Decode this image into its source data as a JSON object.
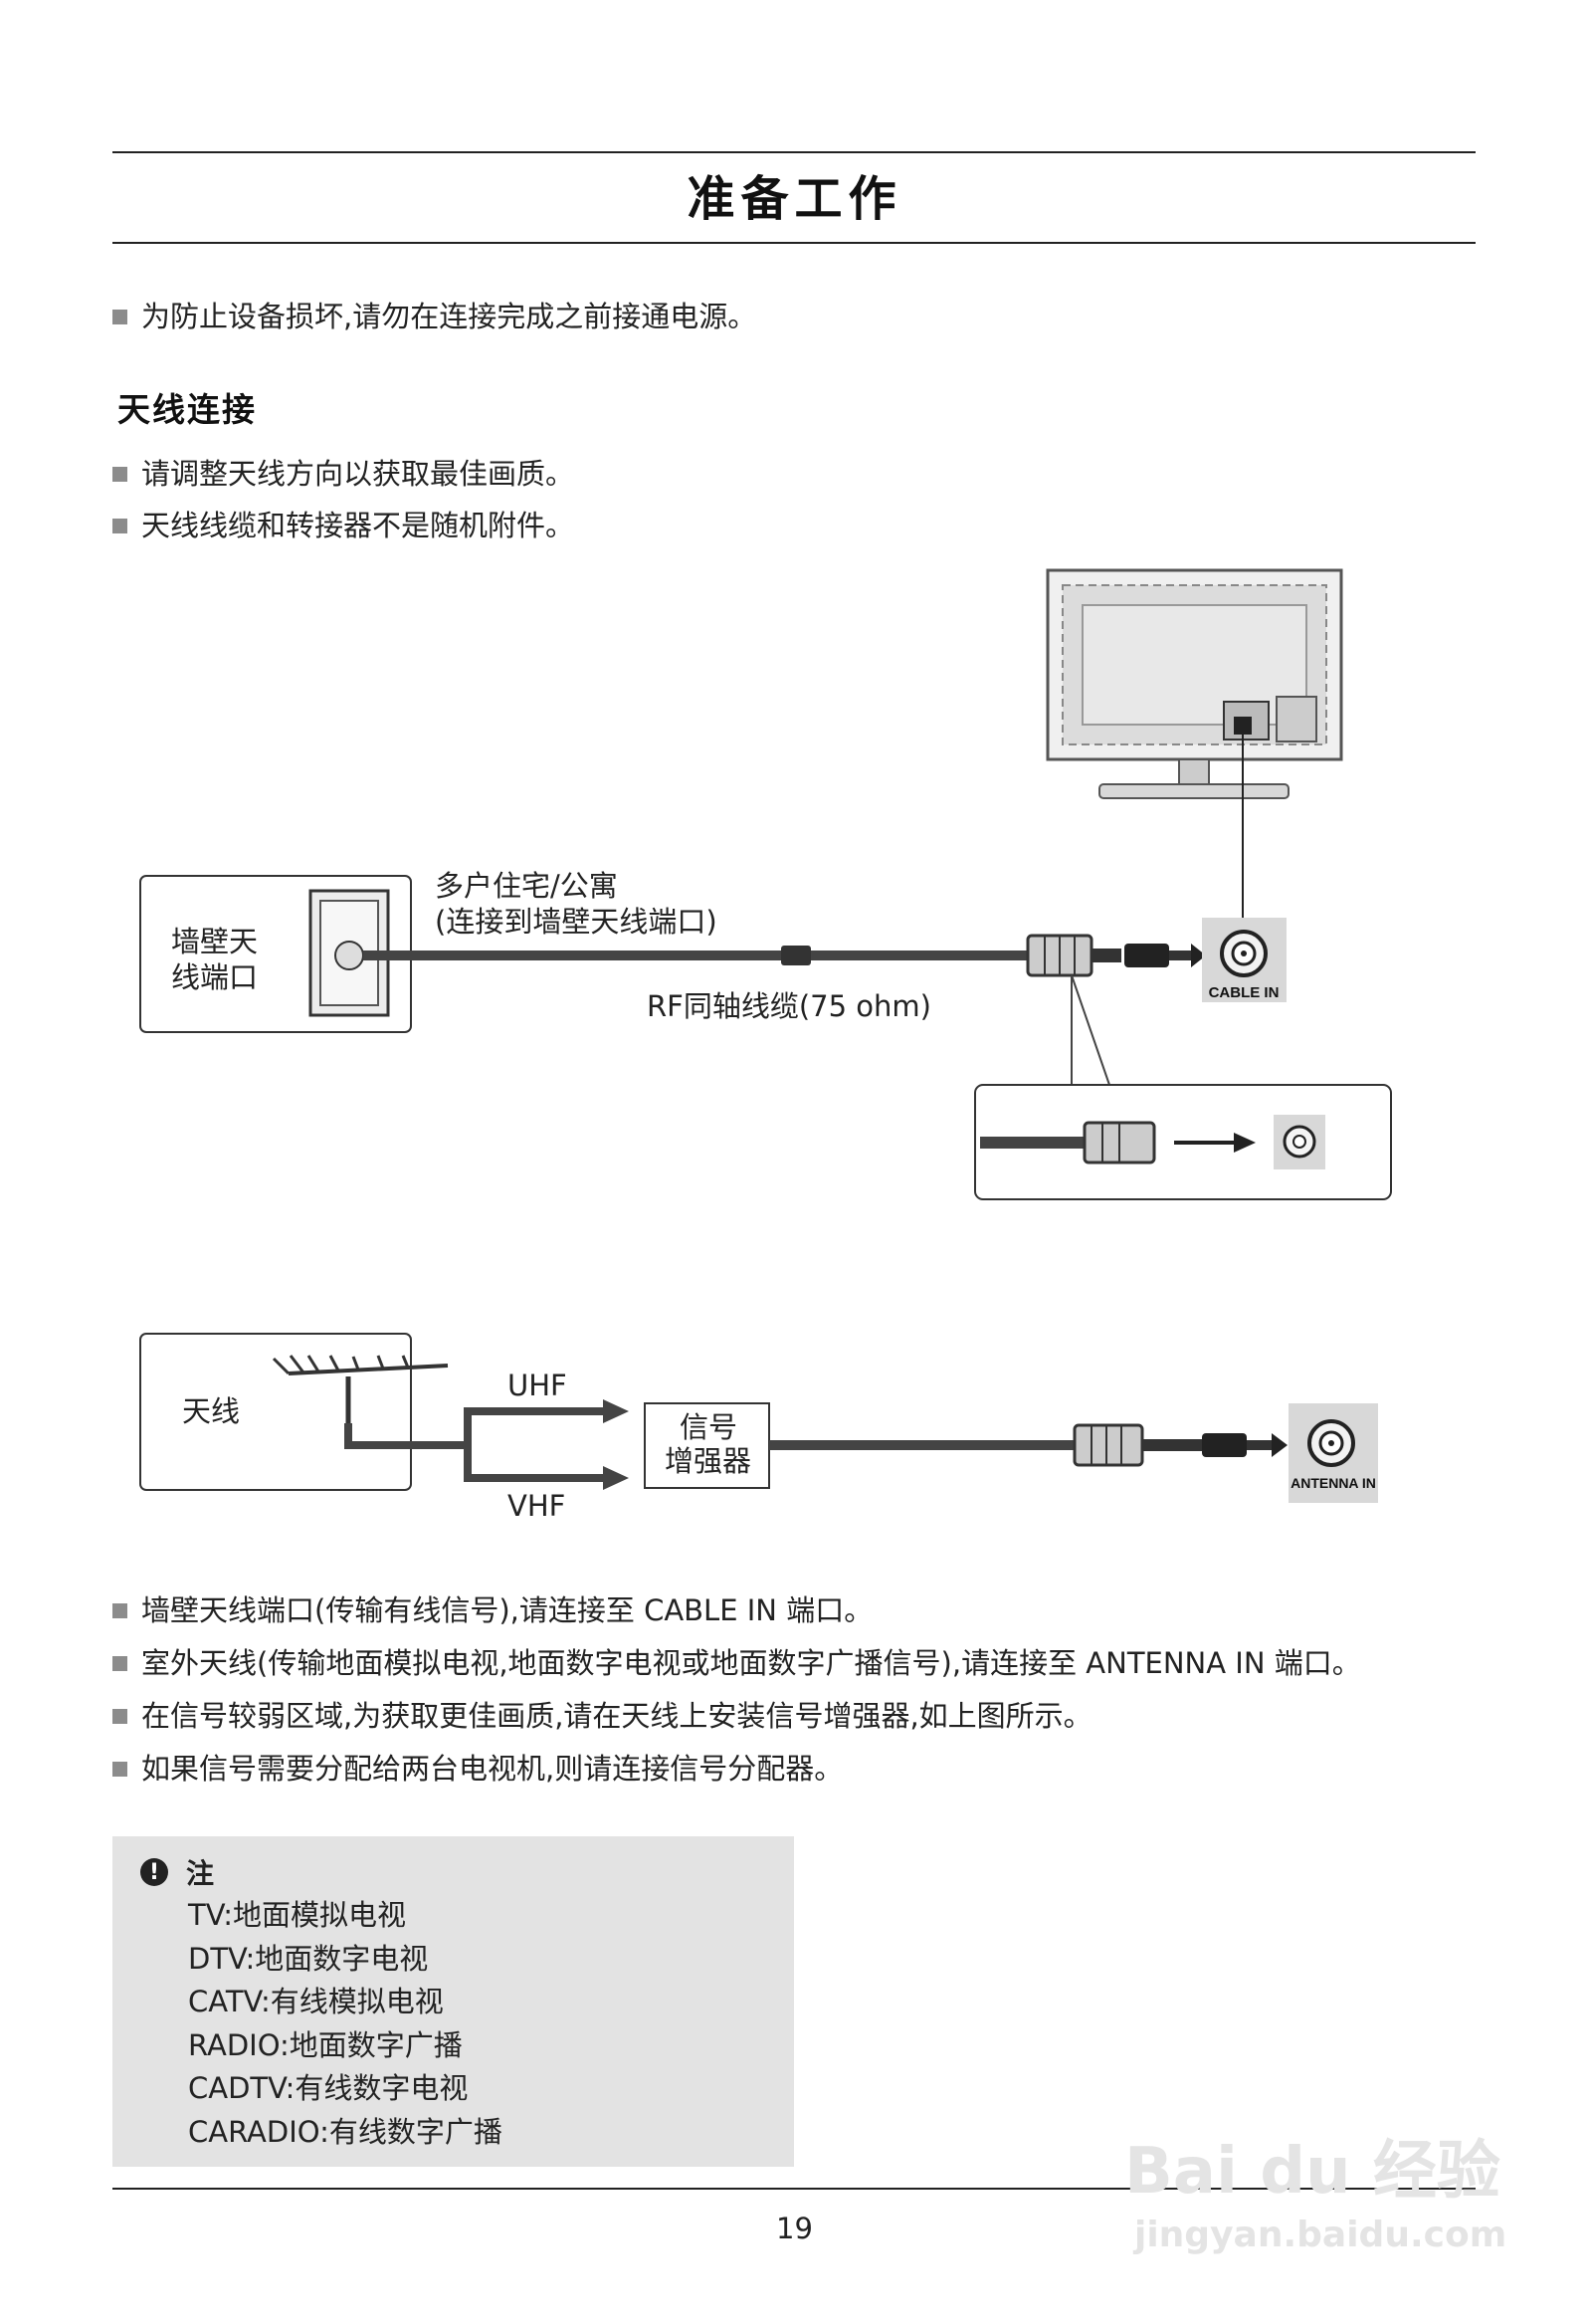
{
  "page": {
    "title": "准备工作",
    "intro_bullet": "为防止设备损坏,请勿在连接完成之前接通电源。",
    "section_title": "天线连接",
    "section_bullets": [
      "请调整天线方向以获取最佳画质。",
      "天线线缆和转接器不是随机附件。"
    ],
    "diagram1": {
      "wall_label_line1": "墙壁天",
      "wall_label_line2": "线端口",
      "apartment_line1": "多户住宅/公寓",
      "apartment_line2": "(连接到墙壁天线端口)",
      "cable_label": "RF同轴线缆(75 ohm)",
      "port_label": "CABLE IN"
    },
    "diagram2": {
      "antenna_label": "天线",
      "uhf_label": "UHF",
      "vhf_label": "VHF",
      "booster_line1": "信号",
      "booster_line2": "增强器",
      "port_label": "ANTENNA IN"
    },
    "bottom_bullets": [
      "墙壁天线端口(传输有线信号),请连接至 CABLE IN 端口。",
      "室外天线(传输地面模拟电视,地面数字电视或地面数字广播信号),请连接至 ANTENNA IN 端口。",
      "在信号较弱区域,为获取更佳画质,请在天线上安装信号增强器,如上图所示。",
      "如果信号需要分配给两台电视机,则请连接信号分配器。"
    ],
    "note": {
      "heading": "注",
      "items": [
        "TV:地面模拟电视",
        "DTV:地面数字电视",
        "CATV:有线模拟电视",
        "RADIO:地面数字广播",
        "CADTV:有线数字电视",
        "CARADIO:有线数字广播"
      ]
    },
    "page_number": "19",
    "watermark_brand": "Bai du 经验",
    "watermark_url": "jingyan.baidu.com"
  },
  "colors": {
    "text": "#222222",
    "note_bg": "#e3e3e3",
    "bullet_square": "#8c8c8c",
    "watermark": "#e4e4e4"
  }
}
